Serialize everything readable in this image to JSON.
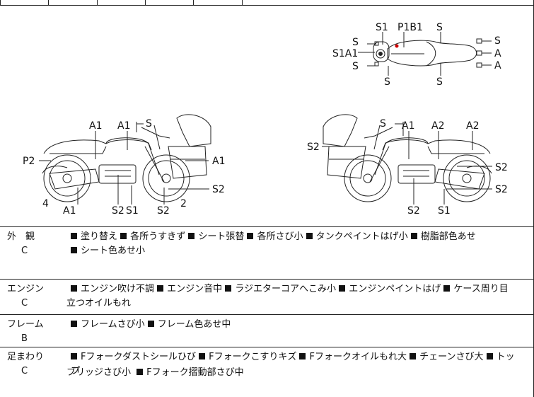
{
  "diagram": {
    "top_view": {
      "labels": [
        "S1",
        "P1B1",
        "S",
        "S",
        "S",
        "S1A1",
        "A",
        "S",
        "A",
        "S",
        "S"
      ]
    },
    "left_view": {
      "labels": [
        "A1",
        "A1",
        "S",
        "P2",
        "A1",
        "S2",
        "4",
        "A1",
        "S2",
        "S1",
        "S2",
        "2"
      ]
    },
    "right_view": {
      "labels": [
        "S",
        "A1",
        "A2",
        "A2",
        "S2",
        "S2",
        "S2",
        "S2",
        "S1"
      ]
    }
  },
  "rows": [
    {
      "name": "外　観",
      "grade": "C",
      "line1": [
        "塗り替え",
        "各所うすきず",
        "シート張替",
        "各所さび小",
        "タンクペイントはげ小",
        "樹脂部色あせ"
      ],
      "line2_items": [
        "シート色あせ小"
      ],
      "line2_text": ""
    },
    {
      "name": "エンジン",
      "grade": "C",
      "line1": [
        "エンジン吹け不調",
        "エンジン音中",
        "ラジエターコアへこみ小",
        "エンジンペイントはげ",
        "ケース周り目"
      ],
      "line2_items": [],
      "line2_text": "立つオイルもれ"
    },
    {
      "name": "フレーム",
      "grade": "B",
      "line1": [
        "フレームさび小",
        "フレーム色あせ中"
      ],
      "line2_items": [],
      "line2_text": ""
    },
    {
      "name": "足まわり",
      "grade": "C",
      "line1": [
        "Fフォークダストシールひび",
        "Fフォークこすりキズ",
        "Fフォークオイルもれ大",
        "チェーンさび大",
        "トップ"
      ],
      "line2_items": [
        "Fフォーク摺動部さび中"
      ],
      "line2_text": "ブリッジさび小"
    }
  ]
}
